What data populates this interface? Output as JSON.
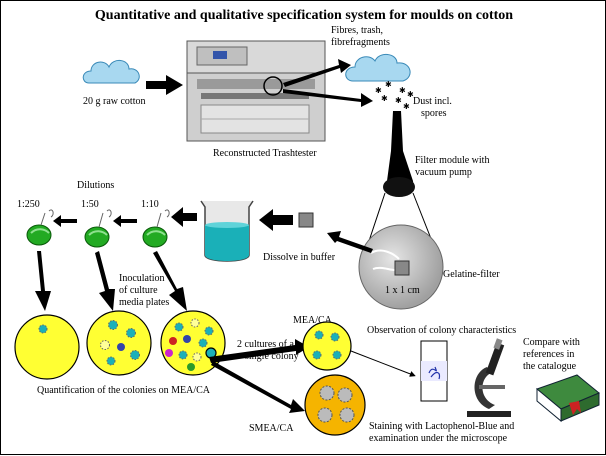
{
  "title": "Quantitative and qualitative specification system for moulds on cotton",
  "labels": {
    "raw_cotton": "20 g raw cotton",
    "trashtester": "Reconstructed Trashtester",
    "fibres_1": "Fibres, trash,",
    "fibres_2": "fibrefragments",
    "dust_1": "Dust incl.",
    "dust_2": "spores",
    "filter_1": "Filter module with",
    "filter_2": "vacuum pump",
    "gelatine": "Gelatine-filter",
    "size": "1 x 1 cm",
    "dissolve": "Dissolve in buffer",
    "dilutions": "Dilutions",
    "dil_250": "1:250",
    "dil_50": "1:50",
    "dil_10": "1:10",
    "inoc_1": "Inoculation",
    "inoc_2": "of culture",
    "inoc_3": "media plates",
    "quant": "Quantification of the colonies on MEA/CA",
    "mea": "MEA/CA",
    "smea": "SMEA/CA",
    "cultures_1": "2 cultures of a",
    "cultures_2": "single colony",
    "observation": "Observation of colony characteristics",
    "staining_1": "Staining with Lactophenol-Blue and",
    "staining_2": "examination under the microscope",
    "compare_1": "Compare with",
    "compare_2": "references in",
    "compare_3": "the catalogue"
  },
  "colors": {
    "cloud": "#a8d8f0",
    "plate": "#ffff33",
    "plate_orange": "#f5b400",
    "tube_green": "#22aa22",
    "filter_gray": "#c8c8c8",
    "water": "#1ab0b8",
    "book_green": "#2e6b2e"
  }
}
